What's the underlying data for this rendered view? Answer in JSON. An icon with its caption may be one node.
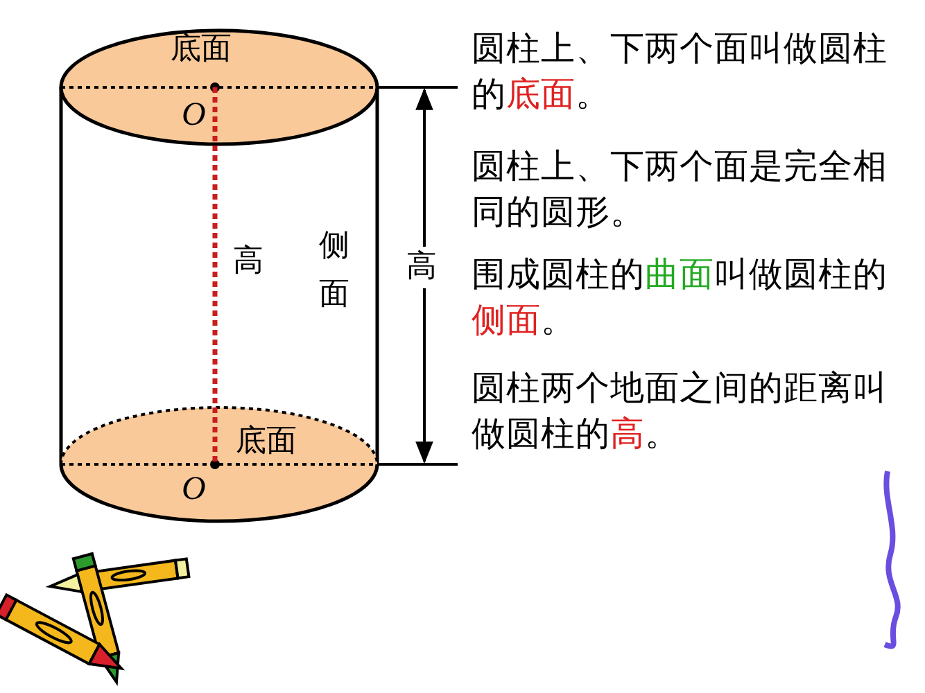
{
  "diagram": {
    "nodes": [
      {
        "text": [
          "底面",
          "O"
        ]
      },
      {
        "text": [
          "底面",
          "O"
        ]
      }
    ],
    "labels": [
      "高",
      "侧面",
      "高",
      "圆柱上、下两个面叫做圆柱的**底面**。",
      "圆柱上、下两个面是完全相同的圆形。",
      "围成圆柱的**曲面**叫做圆柱的**侧面**。",
      "圆柱两个地面之间的距离叫做圆柱的**高**。"
    ]
  }
}
